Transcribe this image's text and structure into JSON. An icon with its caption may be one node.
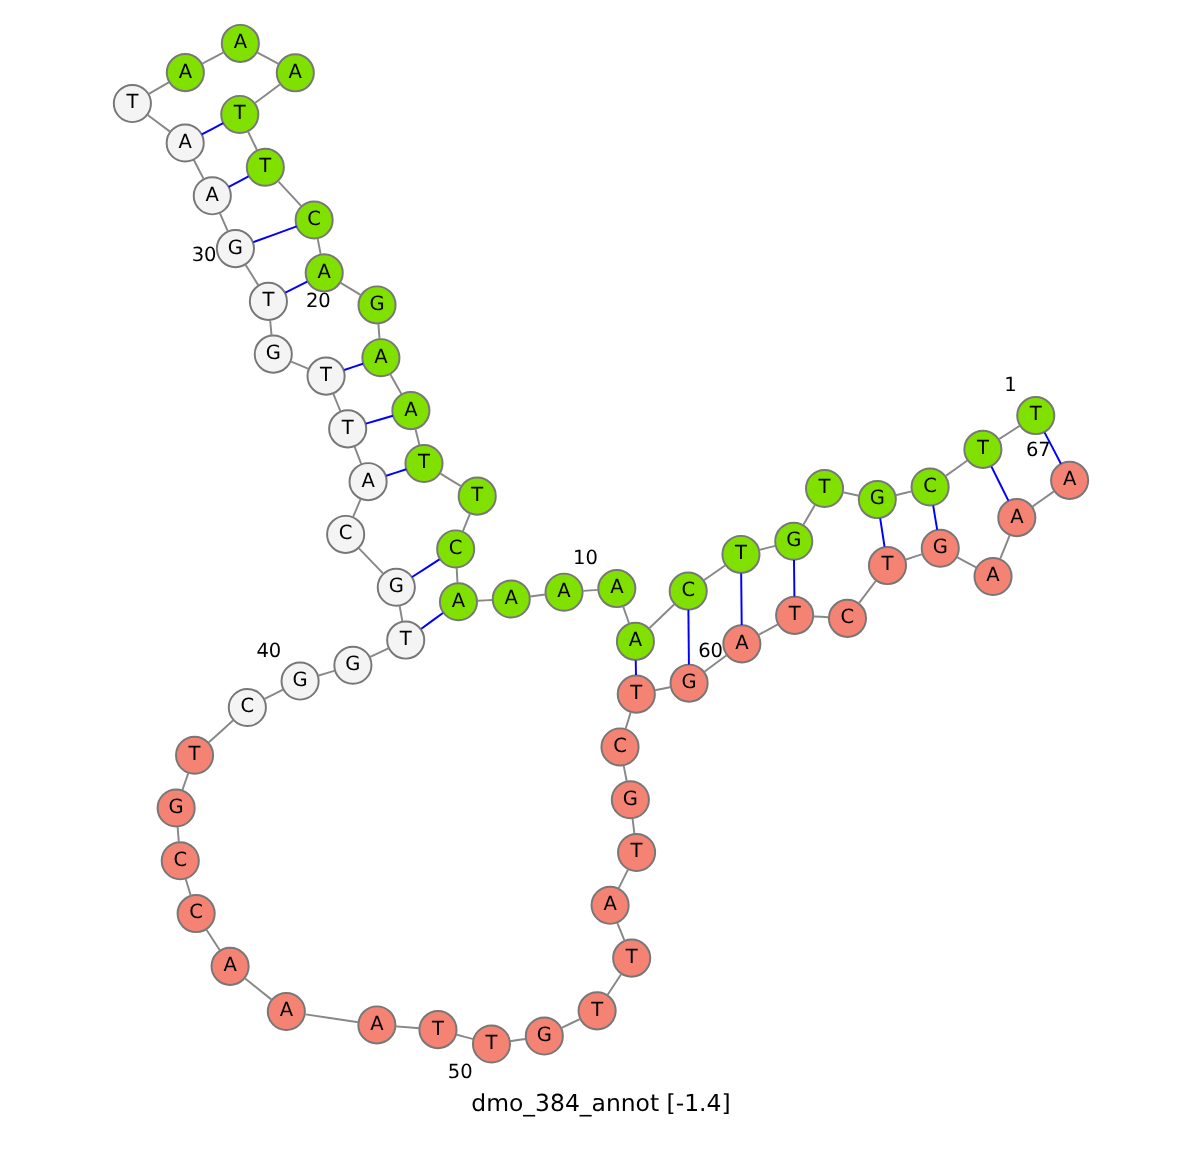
{
  "diagram": {
    "caption": "dmo_384_annot [-1.4]",
    "nodes": [
      {
        "text": [
          "T"
        ],
        "beside": [
          "1"
        ]
      },
      {
        "text": [
          "T"
        ]
      },
      {
        "text": [
          "C"
        ]
      },
      {
        "text": [
          "G"
        ]
      },
      {
        "text": [
          "T"
        ]
      },
      {
        "text": [
          "G"
        ]
      },
      {
        "text": [
          "T"
        ]
      },
      {
        "text": [
          "C"
        ]
      },
      {
        "text": [
          "A"
        ]
      },
      {
        "text": [
          "A"
        ],
        "beside": [
          "10"
        ]
      },
      {
        "text": [
          "A"
        ]
      },
      {
        "text": [
          "A"
        ]
      },
      {
        "text": [
          "A"
        ]
      },
      {
        "text": [
          "C"
        ]
      },
      {
        "text": [
          "T"
        ]
      },
      {
        "text": [
          "T"
        ]
      },
      {
        "text": [
          "A"
        ]
      },
      {
        "text": [
          "A"
        ]
      },
      {
        "text": [
          "G"
        ]
      },
      {
        "text": [
          "A"
        ],
        "beside": [
          "20"
        ]
      },
      {
        "text": [
          "C"
        ]
      },
      {
        "text": [
          "T"
        ]
      },
      {
        "text": [
          "T"
        ]
      },
      {
        "text": [
          "A"
        ]
      },
      {
        "text": [
          "A"
        ]
      },
      {
        "text": [
          "A"
        ]
      },
      {
        "text": [
          "T"
        ]
      },
      {
        "text": [
          "A"
        ]
      },
      {
        "text": [
          "A"
        ]
      },
      {
        "text": [
          "G"
        ],
        "beside": [
          "30"
        ]
      },
      {
        "text": [
          "T"
        ]
      },
      {
        "text": [
          "G"
        ]
      },
      {
        "text": [
          "T"
        ]
      },
      {
        "text": [
          "T"
        ]
      },
      {
        "text": [
          "A"
        ]
      },
      {
        "text": [
          "C"
        ]
      },
      {
        "text": [
          "G"
        ]
      },
      {
        "text": [
          "T"
        ]
      },
      {
        "text": [
          "G"
        ]
      },
      {
        "text": [
          "G"
        ],
        "beside": [
          "40"
        ]
      },
      {
        "text": [
          "C"
        ]
      },
      {
        "text": [
          "T"
        ]
      },
      {
        "text": [
          "G"
        ]
      },
      {
        "text": [
          "C"
        ]
      },
      {
        "text": [
          "C"
        ]
      },
      {
        "text": [
          "A"
        ]
      },
      {
        "text": [
          "A"
        ]
      },
      {
        "text": [
          "A"
        ]
      },
      {
        "text": [
          "T"
        ]
      },
      {
        "text": [
          "T"
        ],
        "beside": [
          "50"
        ]
      },
      {
        "text": [
          "G"
        ]
      },
      {
        "text": [
          "T"
        ]
      },
      {
        "text": [
          "T"
        ]
      },
      {
        "text": [
          "A"
        ]
      },
      {
        "text": [
          "T"
        ]
      },
      {
        "text": [
          "G"
        ]
      },
      {
        "text": [
          "C"
        ]
      },
      {
        "text": [
          "T"
        ]
      },
      {
        "text": [
          "G"
        ]
      },
      {
        "text": [
          "A"
        ],
        "beside": [
          "60"
        ]
      },
      {
        "text": [
          "T"
        ]
      },
      {
        "text": [
          "C"
        ]
      },
      {
        "text": [
          "T"
        ]
      },
      {
        "text": [
          "G"
        ]
      },
      {
        "text": [
          "A"
        ]
      },
      {
        "text": [
          "A"
        ]
      },
      {
        "text": [
          "A"
        ],
        "beside": [
          "67"
        ]
      }
    ],
    "edges": [
      {
        "from": 0,
        "to": 1,
        "arrow": "none"
      },
      {
        "from": 1,
        "to": 2,
        "arrow": "none"
      },
      {
        "from": 2,
        "to": 3,
        "arrow": "none"
      },
      {
        "from": 3,
        "to": 4,
        "arrow": "none"
      },
      {
        "from": 4,
        "to": 5,
        "arrow": "none"
      },
      {
        "from": 5,
        "to": 6,
        "arrow": "none"
      },
      {
        "from": 6,
        "to": 7,
        "arrow": "none"
      },
      {
        "from": 7,
        "to": 8,
        "arrow": "none"
      },
      {
        "from": 8,
        "to": 9,
        "arrow": "none"
      },
      {
        "from": 9,
        "to": 10,
        "arrow": "none"
      },
      {
        "from": 10,
        "to": 11,
        "arrow": "none"
      },
      {
        "from": 11,
        "to": 12,
        "arrow": "none"
      },
      {
        "from": 12,
        "to": 13,
        "arrow": "none"
      },
      {
        "from": 13,
        "to": 14,
        "arrow": "none"
      },
      {
        "from": 14,
        "to": 15,
        "arrow": "none"
      },
      {
        "from": 15,
        "to": 16,
        "arrow": "none"
      },
      {
        "from": 16,
        "to": 17,
        "arrow": "none"
      },
      {
        "from": 17,
        "to": 18,
        "arrow": "none"
      },
      {
        "from": 18,
        "to": 19,
        "arrow": "none"
      },
      {
        "from": 19,
        "to": 20,
        "arrow": "none"
      },
      {
        "from": 20,
        "to": 21,
        "arrow": "none"
      },
      {
        "from": 21,
        "to": 22,
        "arrow": "none"
      },
      {
        "from": 22,
        "to": 23,
        "arrow": "none"
      },
      {
        "from": 23,
        "to": 24,
        "arrow": "none"
      },
      {
        "from": 24,
        "to": 25,
        "arrow": "none"
      },
      {
        "from": 25,
        "to": 26,
        "arrow": "none"
      },
      {
        "from": 26,
        "to": 27,
        "arrow": "none"
      },
      {
        "from": 27,
        "to": 28,
        "arrow": "none"
      },
      {
        "from": 28,
        "to": 29,
        "arrow": "none"
      },
      {
        "from": 29,
        "to": 30,
        "arrow": "none"
      },
      {
        "from": 30,
        "to": 31,
        "arrow": "none"
      },
      {
        "from": 31,
        "to": 32,
        "arrow": "none"
      },
      {
        "from": 32,
        "to": 33,
        "arrow": "none"
      },
      {
        "from": 33,
        "to": 34,
        "arrow": "none"
      },
      {
        "from": 34,
        "to": 35,
        "arrow": "none"
      },
      {
        "from": 35,
        "to": 36,
        "arrow": "none"
      },
      {
        "from": 36,
        "to": 37,
        "arrow": "none"
      },
      {
        "from": 37,
        "to": 38,
        "arrow": "none"
      },
      {
        "from": 38,
        "to": 39,
        "arrow": "none"
      },
      {
        "from": 39,
        "to": 40,
        "arrow": "none"
      },
      {
        "from": 40,
        "to": 41,
        "arrow": "none"
      },
      {
        "from": 41,
        "to": 42,
        "arrow": "none"
      },
      {
        "from": 42,
        "to": 43,
        "arrow": "none"
      },
      {
        "from": 43,
        "to": 44,
        "arrow": "none"
      },
      {
        "from": 44,
        "to": 45,
        "arrow": "none"
      },
      {
        "from": 45,
        "to": 46,
        "arrow": "none"
      },
      {
        "from": 46,
        "to": 47,
        "arrow": "none"
      },
      {
        "from": 47,
        "to": 48,
        "arrow": "none"
      },
      {
        "from": 48,
        "to": 49,
        "arrow": "none"
      },
      {
        "from": 49,
        "to": 50,
        "arrow": "none"
      },
      {
        "from": 50,
        "to": 51,
        "arrow": "none"
      },
      {
        "from": 51,
        "to": 52,
        "arrow": "none"
      },
      {
        "from": 52,
        "to": 53,
        "arrow": "none"
      },
      {
        "from": 53,
        "to": 54,
        "arrow": "none"
      },
      {
        "from": 54,
        "to": 55,
        "arrow": "none"
      },
      {
        "from": 55,
        "to": 56,
        "arrow": "none"
      },
      {
        "from": 56,
        "to": 57,
        "arrow": "none"
      },
      {
        "from": 57,
        "to": 58,
        "arrow": "none"
      },
      {
        "from": 58,
        "to": 59,
        "arrow": "none"
      },
      {
        "from": 59,
        "to": 60,
        "arrow": "none"
      },
      {
        "from": 60,
        "to": 61,
        "arrow": "none"
      },
      {
        "from": 61,
        "to": 62,
        "arrow": "none"
      },
      {
        "from": 62,
        "to": 63,
        "arrow": "none"
      },
      {
        "from": 63,
        "to": 64,
        "arrow": "none"
      },
      {
        "from": 64,
        "to": 65,
        "arrow": "none"
      },
      {
        "from": 65,
        "to": 66,
        "arrow": "none"
      },
      {
        "from": 0,
        "to": 66,
        "arrow": "none",
        "color": "#0000ff"
      },
      {
        "from": 1,
        "to": 65,
        "arrow": "none",
        "color": "#0000ff"
      },
      {
        "from": 2,
        "to": 63,
        "arrow": "none",
        "color": "#0000ff"
      },
      {
        "from": 3,
        "to": 62,
        "arrow": "none",
        "color": "#0000ff"
      },
      {
        "from": 5,
        "to": 60,
        "arrow": "none",
        "color": "#0000ff"
      },
      {
        "from": 6,
        "to": 59,
        "arrow": "none",
        "color": "#0000ff"
      },
      {
        "from": 7,
        "to": 58,
        "arrow": "none",
        "color": "#0000ff"
      },
      {
        "from": 8,
        "to": 57,
        "arrow": "none",
        "color": "#0000ff"
      },
      {
        "from": 12,
        "to": 37,
        "arrow": "none",
        "color": "#0000ff"
      },
      {
        "from": 13,
        "to": 36,
        "arrow": "none",
        "color": "#0000ff"
      },
      {
        "from": 15,
        "to": 34,
        "arrow": "none",
        "color": "#0000ff"
      },
      {
        "from": 16,
        "to": 33,
        "arrow": "none",
        "color": "#0000ff"
      },
      {
        "from": 17,
        "to": 32,
        "arrow": "none",
        "color": "#0000ff"
      },
      {
        "from": 19,
        "to": 30,
        "arrow": "none",
        "color": "#0000ff"
      },
      {
        "from": 20,
        "to": 29,
        "arrow": "none",
        "color": "#0000ff"
      },
      {
        "from": 21,
        "to": 28,
        "arrow": "none",
        "color": "#0000ff"
      },
      {
        "from": 22,
        "to": 27,
        "arrow": "none",
        "color": "#0000ff"
      }
    ]
  }
}
